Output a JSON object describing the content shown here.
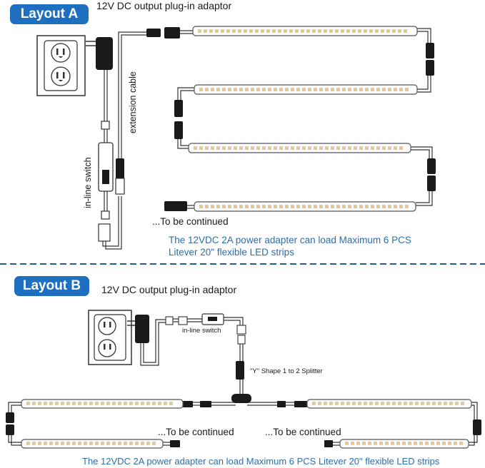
{
  "layout_a": {
    "badge": "Layout A",
    "adaptor_label": "12V DC output plug-in adaptor",
    "extension_label": "extension cable",
    "switch_label": "in-line switch",
    "continued": "...To be continued",
    "note_line1": "The 12VDC 2A power adapter can load Maximum 6 PCS",
    "note_line2": "Litever 20\" flexible LED strips"
  },
  "layout_b": {
    "badge": "Layout B",
    "adaptor_label": "12V DC output plug-in adaptor",
    "switch_label": "in-line switch",
    "splitter_label": "\"Y\" Shape 1 to 2 Splitter",
    "continued_left": "...To be continued",
    "continued_right": "...To be continued",
    "note": "The 12VDC 2A power adapter can load Maximum 6 PCS Litever 20\" flexible LED strips"
  },
  "colors": {
    "badge": "#1f6fc1",
    "note": "#2f6ea8",
    "divider": "#2a5a8a",
    "led": "#e8c98a"
  }
}
